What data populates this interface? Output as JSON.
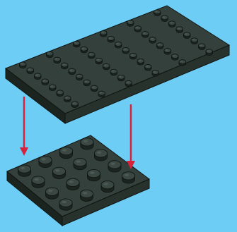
{
  "scene": {
    "background_color": "#6ecdf5",
    "brick_color": "#34403b",
    "brick_side_color": "#1c2420",
    "stud_color": "#3a4742",
    "stud_highlight_color": "#56635d",
    "arrow_color": "#d8213c"
  },
  "plates": [
    {
      "name": "plate-6x8",
      "studs_rows": 6,
      "studs_cols": 8
    },
    {
      "name": "plate-4x4",
      "studs_rows": 4,
      "studs_cols": 4
    }
  ],
  "arrows": [
    {
      "name": "arrow-left",
      "direction": "down"
    },
    {
      "name": "arrow-right",
      "direction": "down"
    }
  ]
}
